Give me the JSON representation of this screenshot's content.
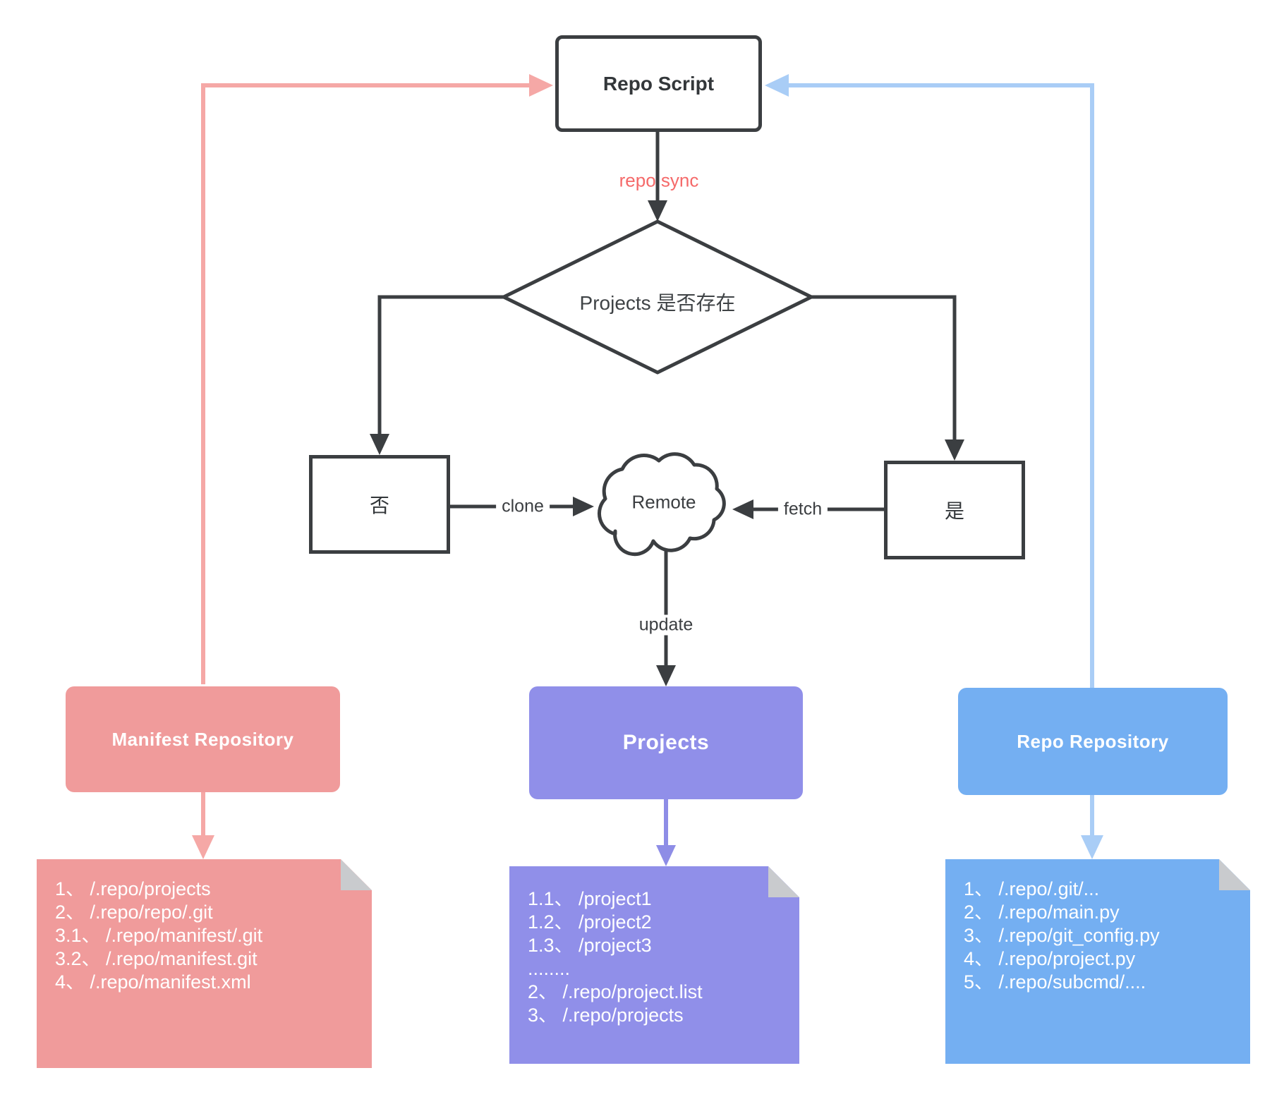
{
  "diagram": {
    "title_node": "Repo Script",
    "repo_sync_label": "repo sync",
    "decision_label": "Projects 是否存在",
    "no_label": "否",
    "yes_label": "是",
    "remote_label": "Remote",
    "clone_label": "clone",
    "fetch_label": "fetch",
    "update_label": "update"
  },
  "repositories": {
    "manifest": {
      "title": "Manifest Repository",
      "files": [
        "1、 /.repo/projects",
        "2、 /.repo/repo/.git",
        "3.1、 /.repo/manifest/.git",
        "3.2、 /.repo/manifest.git",
        "4、 /.repo/manifest.xml"
      ]
    },
    "projects": {
      "title": "Projects",
      "files": [
        "1.1、 /project1",
        "1.2、 /project2",
        "1.3、 /project3",
        "........",
        "2、 /.repo/project.list",
        "3、 /.repo/projects"
      ]
    },
    "repo": {
      "title": "Repo Repository",
      "files": [
        "1、 /.repo/.git/...",
        "2、 /.repo/main.py",
        "3、 /.repo/git_config.py",
        "4、 /.repo/project.py",
        "5、 /.repo/subcmd/...."
      ]
    }
  },
  "colors": {
    "dark_stroke": "#3b3e41",
    "pink_fill": "#f09b9b",
    "pink_line": "#f5a8a6",
    "purple_fill": "#908fe9",
    "purple_line": "#8e8de6",
    "blue_fill": "#74aff2",
    "blue_line": "#a9cdf6",
    "sync_text_red": "#f56a6a",
    "dogear_gray": "#c9cbce"
  }
}
